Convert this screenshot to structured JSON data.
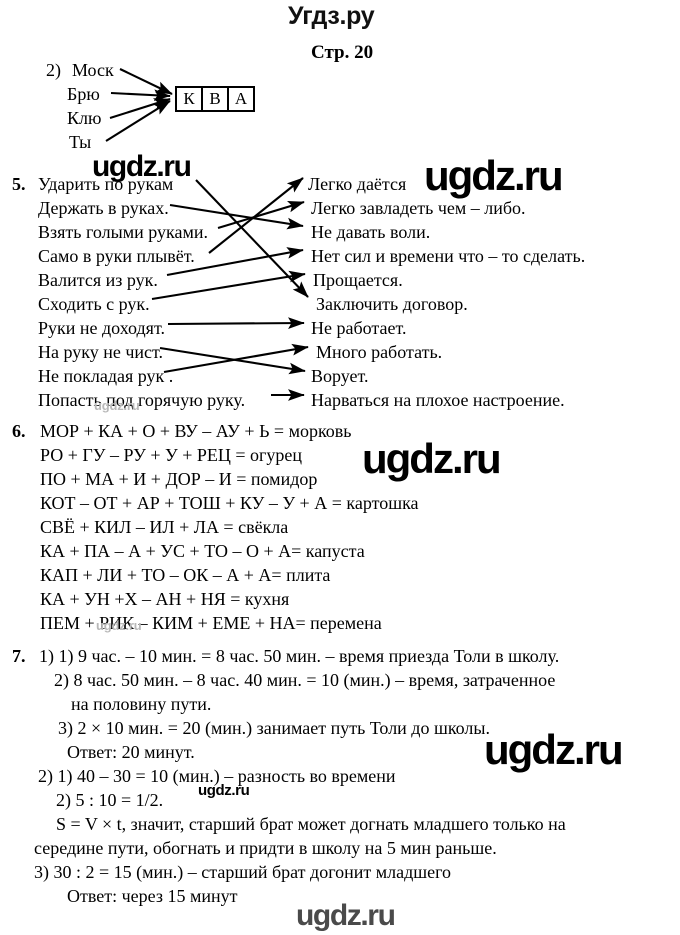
{
  "site": {
    "logo": "Угдз.ру",
    "watermark": "ugdz.ru"
  },
  "header": {
    "page_label": "Стр. 20"
  },
  "task2": {
    "number": "2)",
    "prefixes": [
      "Моск",
      "Брю",
      "Клю",
      "Ты"
    ],
    "box_letters": [
      "К",
      "В",
      "А"
    ]
  },
  "task5": {
    "number": "5.",
    "left": [
      "Ударить по рукам",
      "Держать в руках.",
      "Взять голыми руками.",
      "Само в руки плывёт.",
      "Валится из рук.",
      "Сходить с рук.",
      "Руки не доходят.",
      "На руку не чист.",
      "Не покладая рук .",
      "Попасть под горячую руку."
    ],
    "right": [
      "Легко даётся",
      "Легко завладеть чем – либо.",
      "Не давать воли.",
      "Нет сил и времени что – то сделать.",
      "Прощается.",
      "Заключить договор.",
      "Не работает.",
      "Много работать.",
      "Ворует.",
      "Нарваться на плохое настроение."
    ],
    "matches": [
      {
        "from": 0,
        "to": 5
      },
      {
        "from": 1,
        "to": 2
      },
      {
        "from": 2,
        "to": 1
      },
      {
        "from": 3,
        "to": 0
      },
      {
        "from": 4,
        "to": 3
      },
      {
        "from": 5,
        "to": 4
      },
      {
        "from": 6,
        "to": 6
      },
      {
        "from": 7,
        "to": 8
      },
      {
        "from": 8,
        "to": 7
      },
      {
        "from": 9,
        "to": 9
      }
    ]
  },
  "task6": {
    "number": "6.",
    "lines": [
      "МОР + КА + О + ВУ – АУ + Ь = морковь",
      "РО + ГУ – РУ + У + РЕЦ = огурец",
      "ПО + МА + И + ДОР – И = помидор",
      "КОТ – ОТ + АР + ТОШ + КУ – У + А = картошка",
      "СВЁ + КИЛ – ИЛ + ЛА = свёкла",
      "КА + ПА – А + УС + ТО – О + А= капуста",
      "КАП + ЛИ + ТО – ОК – А + А= плита",
      "КА + УН +Х – АН + НЯ = кухня",
      "ПЕМ + РИК – КИМ + ЕМЕ + НА= перемена"
    ]
  },
  "task7": {
    "number": "7.",
    "lines": [
      "1) 1) 9 час. – 10 мин. = 8 час. 50 мин. – время приезда Толи в школу.",
      "2) 8 час. 50 мин. – 8 час. 40 мин. = 10 (мин.) – время, затраченное",
      "на половину пути.",
      "3) 2 × 10 мин. = 20 (мин.) занимает путь Толи  до школы.",
      "Ответ: 20 минут.",
      "2) 1) 40 – 30 = 10 (мин.) – разность во времени",
      "2) 5 : 10 = 1/2.",
      "S = V × t, значит, старший брат может догнать младшего только на",
      "середине пути, обогнать и придти в школу на 5 мин раньше.",
      "3)  30 : 2 = 15 (мин.) – старший брат догонит младшего",
      "Ответ: через 15 минут"
    ]
  }
}
